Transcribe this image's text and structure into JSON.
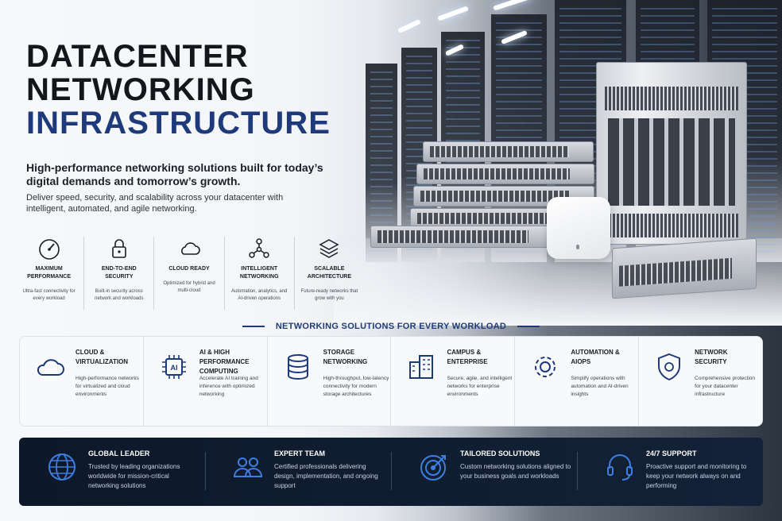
{
  "hero": {
    "title_line1": "DATACENTER",
    "title_line2": "NETWORKING",
    "title_line3": "INFRASTRUCTURE",
    "lead": "High-performance networking solutions built for today’s digital demands and tomorrow’s growth.",
    "sub": "Deliver speed, security, and scalability across your datacenter with intelligent, automated, and agile networking."
  },
  "features": [
    {
      "icon": "speedometer-icon",
      "title": "MAXIMUM PERFORMANCE",
      "desc": "Ultra-fast connectivity for every workload"
    },
    {
      "icon": "padlock-icon",
      "title": "END-TO-END SECURITY",
      "desc": "Built-in security across network and workloads"
    },
    {
      "icon": "cloud-icon",
      "title": "CLOUD READY",
      "desc": "Optimized for hybrid and multi-cloud"
    },
    {
      "icon": "network-nodes-icon",
      "title": "INTELLIGENT NETWORKING",
      "desc": "Automation, analytics, and AI-driven operations"
    },
    {
      "icon": "layers-icon",
      "title": "SCALABLE ARCHITECTURE",
      "desc": "Future-ready networks that grow with you"
    }
  ],
  "solutions": {
    "heading": "NETWORKING SOLUTIONS FOR EVERY WORKLOAD",
    "items": [
      {
        "icon": "cloud-icon",
        "title": "CLOUD & VIRTUALIZATION",
        "desc": "High-performance networks for virtualized and cloud environments"
      },
      {
        "icon": "ai-chip-icon",
        "title": "AI & HIGH PERFORMANCE COMPUTING",
        "desc": "Accelerate AI training and inference with optimized networking"
      },
      {
        "icon": "database-icon",
        "title": "STORAGE NETWORKING",
        "desc": "High-throughput, low-latency connectivity for modern storage architectures"
      },
      {
        "icon": "buildings-icon",
        "title": "CAMPUS & ENTERPRISE",
        "desc": "Secure, agile, and intelligent networks for enterprise environments"
      },
      {
        "icon": "gear-icon",
        "title": "AUTOMATION & AIOPS",
        "desc": "Simplify operations with automation and AI-driven insights"
      },
      {
        "icon": "shield-icon",
        "title": "NETWORK SECURITY",
        "desc": "Comprehensive protection for your datacenter infrastructure"
      }
    ]
  },
  "bar": [
    {
      "icon": "globe-icon",
      "title": "GLOBAL LEADER",
      "desc": "Trusted by leading organizations worldwide for mission-critical networking solutions"
    },
    {
      "icon": "team-icon",
      "title": "EXPERT TEAM",
      "desc": "Certified professionals delivering design, implementation, and ongoing support"
    },
    {
      "icon": "target-icon",
      "title": "TAILORED SOLUTIONS",
      "desc": "Custom networking solutions aligned to your business goals and workloads"
    },
    {
      "icon": "headset-icon",
      "title": "24/7 SUPPORT",
      "desc": "Proactive support and monitoring to keep your network always on and performing"
    }
  ],
  "colors": {
    "accent": "#1f3a7a",
    "dark_bar": "#0d1829"
  }
}
